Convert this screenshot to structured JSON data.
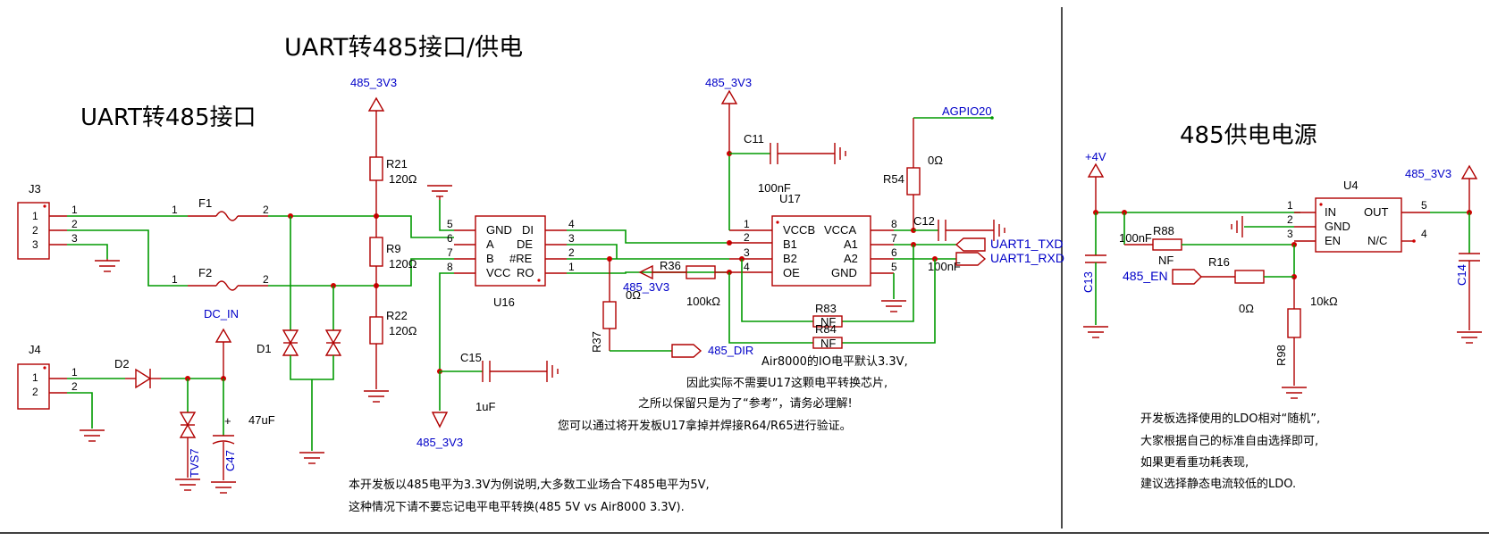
{
  "titles": {
    "main": "UART转485接口/供电",
    "left_section": "UART转485接口",
    "right_section": "485供电电源"
  },
  "connectors": {
    "J3": {
      "ref": "J3",
      "pins": [
        "1",
        "2",
        "3"
      ]
    },
    "J4": {
      "ref": "J4",
      "pins": [
        "1",
        "2"
      ]
    }
  },
  "fuses": {
    "F1": "F1",
    "F2": "F2",
    "pin1": "1",
    "pin2": "2"
  },
  "resistors": {
    "R21": {
      "ref": "R21",
      "value": "120Ω"
    },
    "R9": {
      "ref": "R9",
      "value": "120Ω"
    },
    "R22": {
      "ref": "R22",
      "value": "120Ω"
    },
    "R36": {
      "ref": "R36",
      "value": "100kΩ"
    },
    "R37": {
      "ref": "R37",
      "value": "0Ω"
    },
    "R54": {
      "ref": "R54",
      "value": "0Ω"
    },
    "R83": {
      "ref": "R83",
      "value": "NF"
    },
    "R84": {
      "ref": "R84",
      "value": "NF"
    },
    "R88": {
      "ref": "R88",
      "value": "NF"
    },
    "R16": {
      "ref": "R16",
      "value": "0Ω"
    },
    "R98": {
      "ref": "R98",
      "value": "10kΩ"
    }
  },
  "capacitors": {
    "C11": {
      "ref": "C11",
      "value": "100nF"
    },
    "C12": {
      "ref": "C12",
      "value": "100nF"
    },
    "C15": {
      "ref": "C15",
      "value": "1uF"
    },
    "C47": {
      "ref": "C47",
      "value": "47uF"
    },
    "C13": {
      "ref": "C13",
      "value": "100nF"
    },
    "C14": {
      "ref": "C14"
    }
  },
  "diodes": {
    "D1": "D1",
    "D2": "D2",
    "TVS7": "TVS7"
  },
  "ics": {
    "U16": {
      "ref": "U16",
      "left_pins": [
        "5",
        "6",
        "7",
        "8"
      ],
      "right_pins": [
        "4",
        "3",
        "2",
        "1"
      ],
      "left_names": [
        "GND",
        "A",
        "B",
        "VCC"
      ],
      "right_names": [
        "DI",
        "DE",
        "#RE",
        "RO"
      ]
    },
    "U17": {
      "ref": "U17",
      "left_pins": [
        "1",
        "2",
        "3",
        "4"
      ],
      "right_pins": [
        "8",
        "7",
        "6",
        "5"
      ],
      "left_names": [
        "VCCB",
        "B1",
        "B2",
        "OE"
      ],
      "right_names": [
        "VCCA",
        "A1",
        "A2",
        "GND"
      ]
    },
    "U4": {
      "ref": "U4",
      "left_pins": [
        "1",
        "2",
        "3"
      ],
      "right_pins": [
        "5",
        "4"
      ],
      "left_names": [
        "IN",
        "GND",
        "EN"
      ],
      "right_names": [
        "OUT",
        "N/C"
      ]
    }
  },
  "nets": {
    "v485_a": "485_3V3",
    "v485_b": "485_3V3",
    "v485_c": "485_3V3",
    "v485_d": "485_3V3",
    "v485_e": "485_3V3",
    "dc_in": "DC_IN",
    "agpio20": "AGPIO20",
    "uart1_txd": "UART1_TXD",
    "uart1_rxd": "UART1_RXD",
    "dir": "485_DIR",
    "plus4v": "+4V",
    "en": "485_EN"
  },
  "notes": {
    "air1": "Air8000的IO电平默认3.3V,",
    "air2": "因此实际不需要U17这颗电平转换芯片,",
    "air3": "之所以保留只是为了“参考”，请务必理解!",
    "air4": "您可以通过将开发板U17拿掉并焊接R64/R65进行验证。",
    "bot1": "本开发板以485电平为3.3V为例说明,大多数工业场合下485电平为5V,",
    "bot2": "这种情况下请不要忘记电平电平转换(485 5V vs Air8000 3.3V).",
    "ldo1": "开发板选择使用的LDO相对“随机”,",
    "ldo2": "大家根据自己的标准自由选择即可,",
    "ldo3": "如果更看重功耗表现,",
    "ldo4": "建议选择静态电流较低的LDO."
  }
}
